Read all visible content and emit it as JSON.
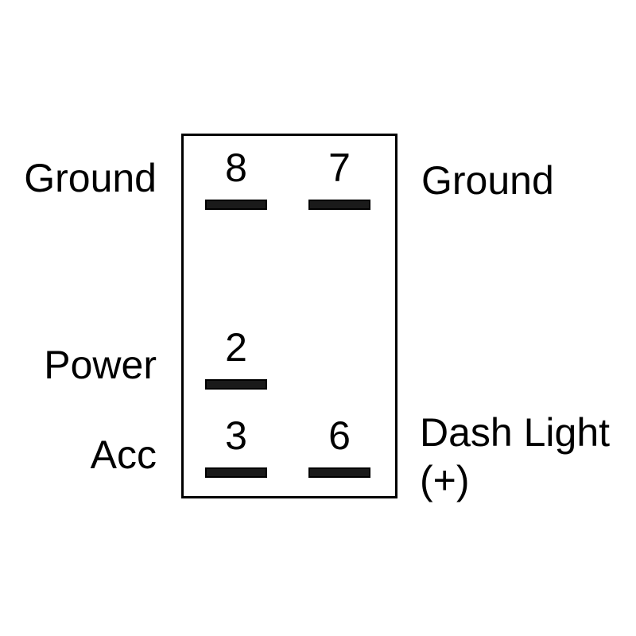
{
  "diagram": {
    "type": "rocker-switch-terminal-wiring-diagram",
    "colors": {
      "background": "#ffffff",
      "line": "#000000",
      "blade_fill": "#1a1a1a"
    },
    "terminals": [
      {
        "number": "8",
        "position": "top-left",
        "function": "Ground"
      },
      {
        "number": "7",
        "position": "top-right",
        "function": "Ground"
      },
      {
        "number": "2",
        "position": "middle-left",
        "function": "Power"
      },
      {
        "number": "3",
        "position": "bottom-left",
        "function": "Acc"
      },
      {
        "number": "6",
        "position": "bottom-right",
        "function": "Dash Light (+)"
      }
    ],
    "labels": [
      {
        "text": "Ground",
        "position": "left-of-terminal-8"
      },
      {
        "text": "Ground",
        "position": "right-of-terminal-7"
      },
      {
        "text": "Power",
        "position": "left-of-terminal-2"
      },
      {
        "text": "Acc",
        "position": "left-of-terminal-3"
      },
      {
        "text": "Dash Light\n(+)",
        "position": "right-of-terminal-6"
      }
    ]
  }
}
